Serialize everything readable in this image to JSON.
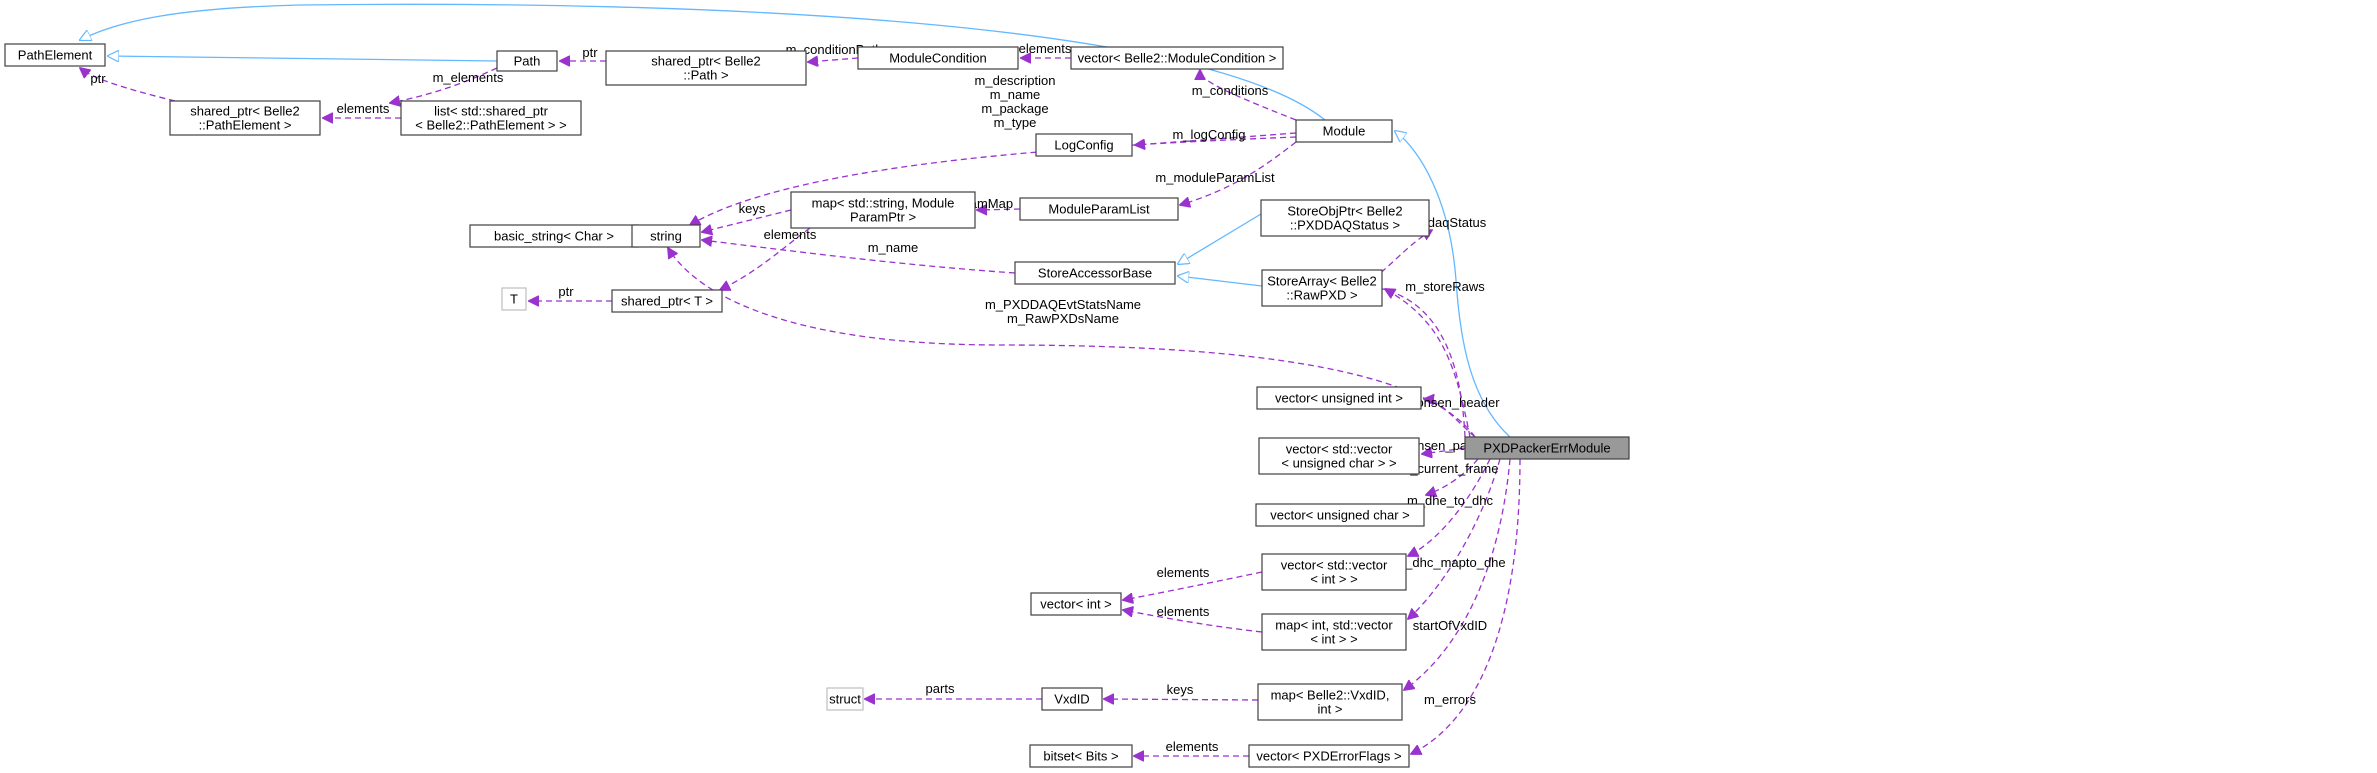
{
  "colors": {
    "inheritance_edge": "#63b8ff",
    "member_edge": "#9a32cd",
    "focus_node_fill": "#999999"
  },
  "nodes": {
    "path_element": [
      "PathElement"
    ],
    "path": [
      "Path"
    ],
    "shared_ptr_path": [
      "shared_ptr< Belle2",
      "::Path >"
    ],
    "module_condition": [
      "ModuleCondition"
    ],
    "vector_module_condition": [
      "vector< Belle2::ModuleCondition >"
    ],
    "shared_ptr_path_element": [
      "shared_ptr< Belle2",
      "::PathElement >"
    ],
    "list_shared_ptr": [
      "list< std::shared_ptr",
      "< Belle2::PathElement > >"
    ],
    "log_config": [
      "LogConfig"
    ],
    "module": [
      "Module"
    ],
    "basic_string": [
      "basic_string< Char >"
    ],
    "string": [
      "string"
    ],
    "map_string_module_param": [
      "map< std::string, Module",
      "ParamPtr >"
    ],
    "module_param_list": [
      "ModuleParamList"
    ],
    "store_accessor_base": [
      "StoreAccessorBase"
    ],
    "store_obj_ptr": [
      "StoreObjPtr< Belle2",
      "::PXDDAQStatus >"
    ],
    "store_array": [
      "StoreArray< Belle2",
      "::RawPXD >"
    ],
    "t": [
      "T"
    ],
    "shared_ptr_t": [
      "shared_ptr< T >"
    ],
    "vector_unsigned_int": [
      "vector< unsigned int >"
    ],
    "pxd_packer_err_module": [
      "PXDPackerErrModule"
    ],
    "vector_vector_unsigned_char": [
      "vector< std::vector",
      "< unsigned char > >"
    ],
    "vector_unsigned_char": [
      "vector< unsigned char >"
    ],
    "vector_vector_int": [
      "vector< std::vector",
      "< int > >"
    ],
    "vector_int": [
      "vector< int >"
    ],
    "map_int_vector_int": [
      "map< int, std::vector",
      "< int > >"
    ],
    "struct": [
      "struct"
    ],
    "vxd_id": [
      "VxdID"
    ],
    "map_vxd_id_int": [
      "map< Belle2::VxdID,",
      "int >"
    ],
    "bitset_bits": [
      "bitset< Bits >"
    ],
    "vector_pxd_error_flags": [
      "vector< PXDErrorFlags >"
    ]
  },
  "edge_labels": {
    "ptr_path": [
      "ptr"
    ],
    "m_condition_path": [
      "m_conditionPath"
    ],
    "elements_module_condition": [
      "elements"
    ],
    "m_conditions": [
      "m_conditions"
    ],
    "ptr_path_element": [
      "ptr"
    ],
    "elements_path_element": [
      "elements"
    ],
    "m_elements": [
      "m_elements"
    ],
    "m_log_config": [
      "m_logConfig"
    ],
    "module_string_members": [
      "m_description",
      "m_name",
      "m_package",
      "m_type"
    ],
    "keys_map": [
      "keys"
    ],
    "elements_map": [
      "elements"
    ],
    "m_param_map": [
      "m_paramMap"
    ],
    "m_module_param_list": [
      "m_moduleParamList"
    ],
    "m_name_store": [
      "m_name"
    ],
    "ptr_t": [
      "ptr"
    ],
    "m_daq_status": [
      "m_daqStatus"
    ],
    "m_store_raws": [
      "m_storeRaws"
    ],
    "names_string": [
      "m_PXDDAQEvtStatsName",
      "m_RawPXDsName"
    ],
    "m_onsen_header": [
      "m_onsen_header"
    ],
    "m_onsen_payload": [
      "m_onsen_payload"
    ],
    "m_current_frame": [
      "m_current_frame"
    ],
    "m_dhe_to_dhc": [
      "m_dhe_to_dhc"
    ],
    "elements_vector_vector_int": [
      "elements"
    ],
    "m_dhc_mapto_dhe": [
      "m_dhc_mapto_dhe"
    ],
    "elements_map_int": [
      "elements"
    ],
    "start_of_vxd_id": [
      "startOfVxdID"
    ],
    "parts": [
      "parts"
    ],
    "keys_vxd": [
      "keys"
    ],
    "m_errors": [
      "m_errors"
    ],
    "elements_bitset": [
      "elements"
    ]
  }
}
